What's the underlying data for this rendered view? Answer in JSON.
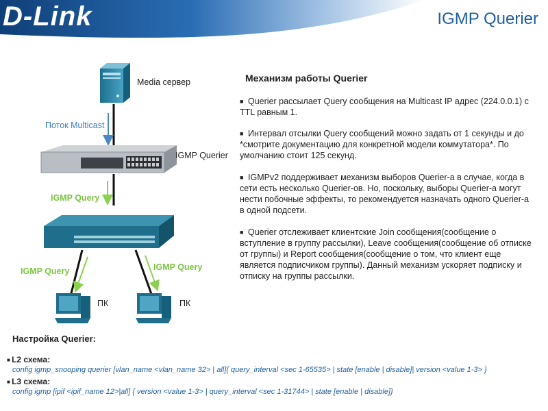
{
  "header": {
    "logo_text": "D-Link",
    "title": "IGMP Querier"
  },
  "diagram": {
    "media_server_label": "Media сервер",
    "multicast_flow_label": "Поток Multicast",
    "querier_label": "IGMP Querier",
    "query_label_top": "IGMP Query",
    "query_label_left": "IGMP Query",
    "query_label_right": "IGMP Query",
    "pc_left_label": "ПК",
    "pc_right_label": "ПК"
  },
  "mechanism": {
    "title": "Механизм работы Querier",
    "bullets": [
      "Querier рассылает Query сообщения на Multicast IP адрес (224.0.0.1) с TTL равным 1.",
      "Интервал отсылки Query сообщений можно задать от 1 секунды и до  *смотрите документацию для конкретной модели коммутатора*. По умолчанию стоит 125 секунд.",
      "IGMPv2 поддерживает механизм выборов Querier-а в случае, когда в сети есть несколько Querier-ов. Но, поскольку, выборы Querier-а могут нести побочные эффекты, то рекомендуется назначать одного Querier-а в одной подсети.",
      "Querier  отслеживает клиентские Join сообщения(сообщение о вступление в группу рассылки), Leave сообщения(сообщение об отписке от группы) и Report сообщения(сообщение о том, что клиент еще является подписчиком группы). Данный механизм ускоряет подписку и отписку на группы рассылки."
    ]
  },
  "config": {
    "title": "Настройка Querier:",
    "l2_heading": "L2 схема:",
    "l2_command": "config igmp_snooping querier  [vlan_name <vlan_name 32> | all]{ query_interval <sec 1-65535> | state [enable | disable]| version <value 1-3> }",
    "l3_heading": "L3 схема:",
    "l3_command": "config igmp [ipif <ipif_name 12>|all] { version <value 1-3> | query_interval <sec 1-31744> | state [enable | disable]}"
  },
  "colors": {
    "brand_blue": "#1f5f9e",
    "query_green": "#7dc442",
    "flow_blue": "#3b7dbd"
  }
}
